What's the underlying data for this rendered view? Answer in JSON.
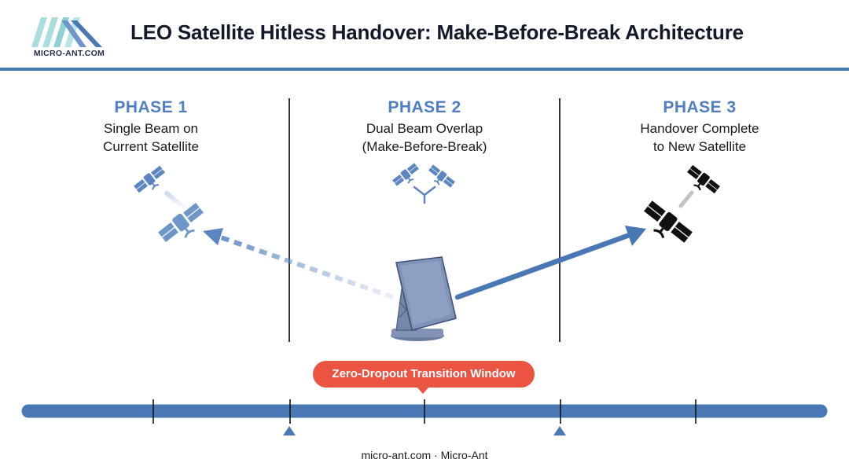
{
  "header": {
    "logo_text": "MICRO-ANT.COM",
    "title": "LEO Satellite Hitless Handover: Make-Before-Break Architecture"
  },
  "phases": [
    {
      "label": "PHASE 1",
      "line1": "Single Beam on",
      "line2": "Current Satellite"
    },
    {
      "label": "PHASE 2",
      "line1": "Dual Beam Overlap",
      "line2": "(Make-Before-Break)"
    },
    {
      "label": "PHASE 3",
      "line1": "Handover Complete",
      "line2": "to New Satellite"
    }
  ],
  "timeline": {
    "window_label": "Zero-Dropout Transition Window"
  },
  "icons": [
    "satellite-icon",
    "antenna-terminal-icon",
    "beam-arrow-icon",
    "logo-icon"
  ],
  "colors": {
    "accent": "#4a78b5",
    "phase_label": "#4f7fc0",
    "badge": "#e95443",
    "satellite_old": "#5b86c2",
    "satellite_new": "#111111"
  },
  "footer": "micro-ant.com · Micro-Ant"
}
